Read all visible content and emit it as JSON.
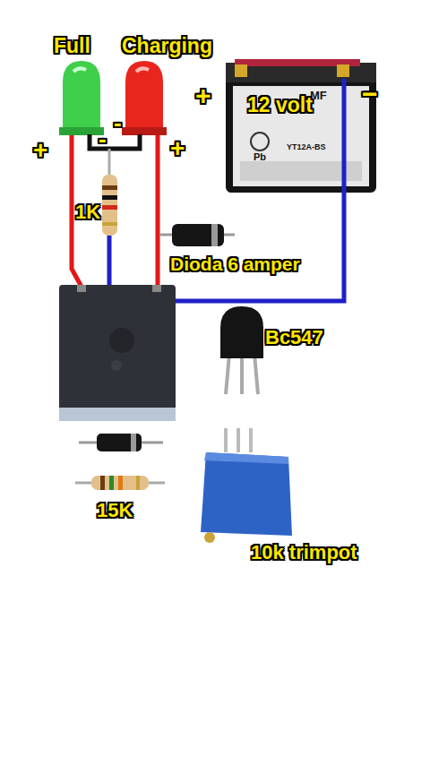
{
  "diagram": {
    "labels": [
      "Full",
      "Charging",
      "+",
      "MF",
      "12 volt",
      "YT12A-BS",
      "Pb",
      "−",
      "-",
      "+",
      "-",
      "+",
      "1K",
      "Dioda 6 amper",
      "Bc547",
      "15K",
      "10k trimpot"
    ]
  }
}
